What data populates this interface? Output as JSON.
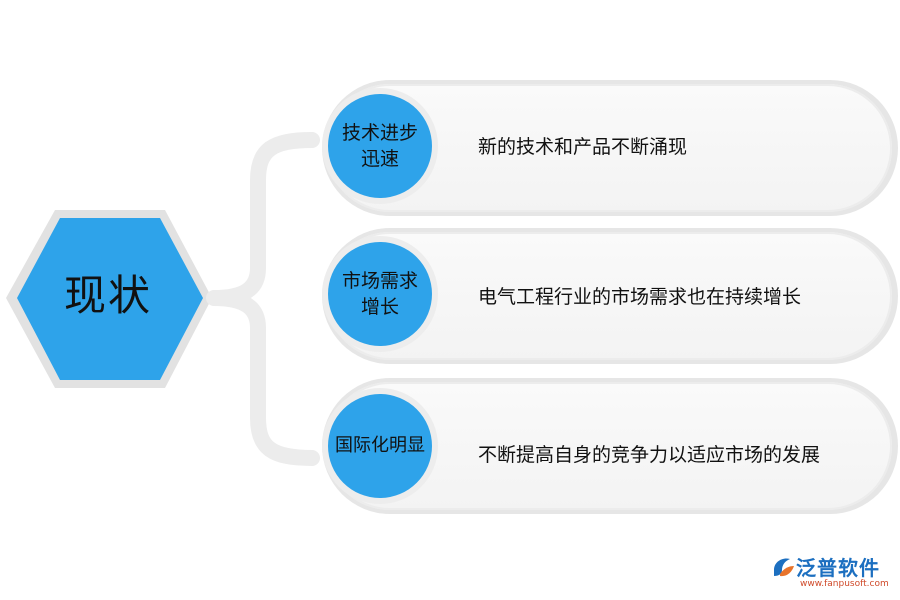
{
  "center": {
    "label": "现状"
  },
  "items": [
    {
      "title": "技术进步迅速",
      "title_lines": [
        "技术进步",
        "迅速"
      ],
      "description": "新的技术和产品不断涌现"
    },
    {
      "title": "市场需求增长",
      "title_lines": [
        "市场需求",
        "增长"
      ],
      "description": "电气工程行业的市场需求也在持续增长"
    },
    {
      "title": "国际化明显",
      "title_lines": [
        "国际化明显"
      ],
      "description": "不断提高自身的竞争力以适应市场的发展"
    }
  ],
  "brand": {
    "name": "泛普软件",
    "url": "www.fanpusoft.com",
    "icon": "fanpu-logo-icon"
  },
  "colors": {
    "accent": "#2ea3ea",
    "bar": "#f4f4f4",
    "outline": "#e6e6e6",
    "brand": "#1c6fc0"
  }
}
